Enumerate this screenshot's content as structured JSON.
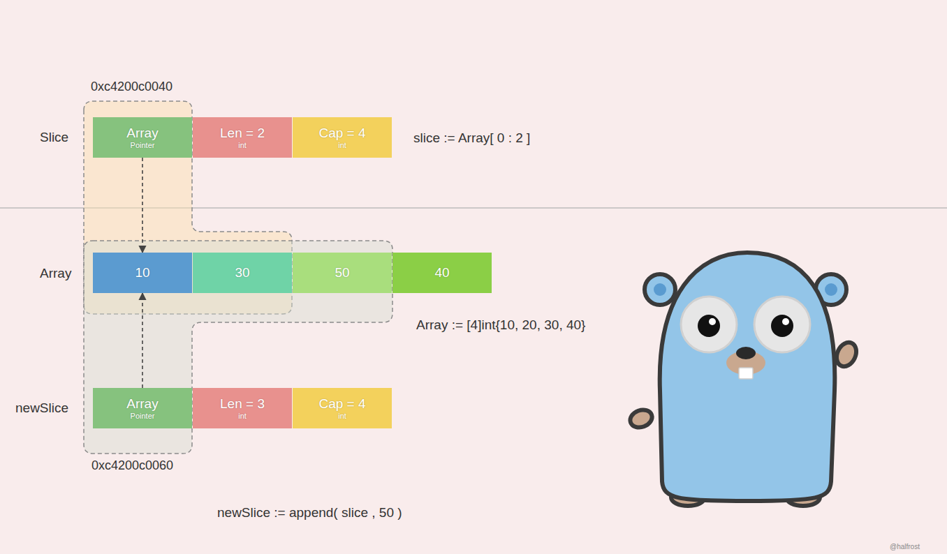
{
  "diagram": {
    "nodes": [
      {
        "text": [
          "Array",
          "Pointer"
        ]
      },
      {
        "text": [
          "Len = 2",
          "int"
        ]
      },
      {
        "text": [
          "Cap = 4",
          "int"
        ]
      },
      {
        "text": [
          "10"
        ]
      },
      {
        "text": [
          "30"
        ]
      },
      {
        "text": [
          "50"
        ]
      },
      {
        "text": [
          "40"
        ]
      },
      {
        "text": [
          "Array",
          "Pointer"
        ]
      },
      {
        "text": [
          "Len = 3",
          "int"
        ]
      },
      {
        "text": [
          "Cap = 4",
          "int"
        ]
      }
    ],
    "edges": [
      {
        "from": 0,
        "to": 3,
        "arrow": "to"
      },
      {
        "from": 7,
        "to": 3,
        "arrow": "to"
      }
    ],
    "labels": [
      "0xc4200c0040",
      "Slice",
      "slice := Array[ 0 : 2 ]",
      "Array",
      "Array := [4]int{10, 20, 30, 40}",
      "newSlice",
      "0xc4200c0060",
      "newSlice := append( slice , 50 )",
      "@halfrost"
    ]
  }
}
